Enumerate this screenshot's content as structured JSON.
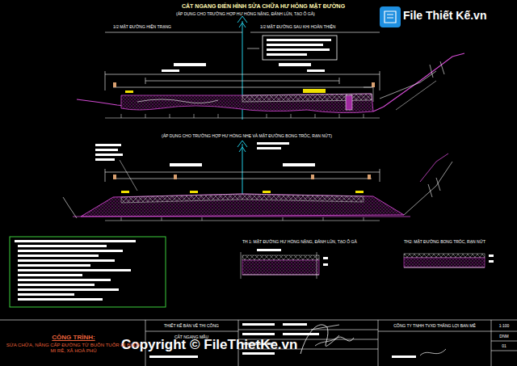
{
  "diagram": {
    "title": "CẮT NGANG ĐIỂN HÌNH SỬA CHỮA HƯ HỎNG MẶT ĐƯỜNG",
    "nodes": [
      {
        "text": [
          "CÔNG TRÌNH:",
          "SỬA CHỮA, NÂNG CẤP ĐƯỜNG TỪ BUÔN TUÔR ĐI BUÔN MI RÊ, XÃ HOÀ PHÚ"
        ]
      },
      {
        "text": [
          "THIẾT KẾ BẢN VẼ THI CÔNG"
        ]
      },
      {
        "text": [
          "CẮT NGANG MẪU"
        ]
      },
      {
        "text": [
          "CÔNG TY TNHH TVXD THĂNG LỢI BAN MÊ"
        ]
      },
      {
        "text": [
          "1:100"
        ]
      },
      {
        "text": [
          "DNM"
        ]
      },
      {
        "text": [
          "01"
        ]
      }
    ],
    "labels": [
      "(ÁP DỤNG CHO TRƯỜNG HỢP HƯ HỎNG NẶNG, ĐÁNH LÚN, TẠO Ổ GÀ)",
      "1/2 MẶT ĐƯỜNG HIỆN TRẠNG",
      "1/2 MẶT ĐƯỜNG SAU KHI HOÀN THIỆN",
      "(ÁP DỤNG CHO TRƯỜNG HỢP HƯ HỎNG NHẸ VÀ MẶT ĐƯỜNG BONG TRÓC, RẠN NỨT)",
      "TH 1: MẶT ĐƯỜNG HƯ HỎNG NẶNG, ĐÁNH LÚN, TẠO Ổ GÀ",
      "TH2: MẶT ĐƯỜNG BONG TRÓC, RẠN NỨT",
      "File Thiết Kế.vn",
      "Copyright © FileThietKe.vn"
    ]
  }
}
